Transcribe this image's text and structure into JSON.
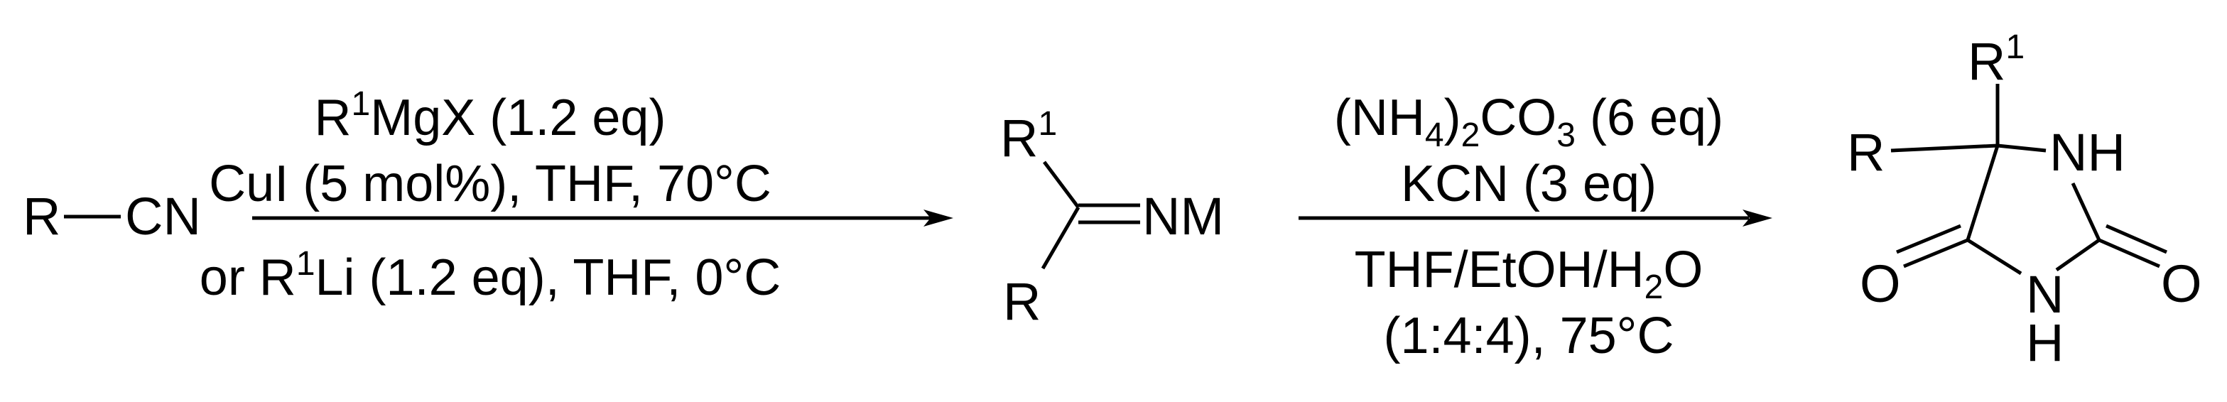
{
  "scheme": {
    "starting_material": {
      "R": "R",
      "CN": "CN"
    },
    "step1": {
      "line1": {
        "R": "R",
        "sup": "1",
        "rest": "MgX (1.2 eq)"
      },
      "line2": "CuI (5 mol%), THF,  70°C",
      "line3": {
        "prefix": "or  R",
        "sup": "1",
        "rest": "Li (1.2 eq), THF,  0°C"
      }
    },
    "intermediate": {
      "R1": "R",
      "R1_sup": "1",
      "R": "R",
      "NM": "NM"
    },
    "step2": {
      "line1": {
        "open": "(NH",
        "sub1": "4",
        "mid": ")",
        "sub2": "2",
        "co": "CO",
        "sub3": "3",
        "rest": " (6 eq)"
      },
      "line2": "KCN (3 eq)",
      "line3": {
        "a": "THF/EtOH/H",
        "sub": "2",
        "b": "O"
      },
      "line4": "(1:4:4), 75°C"
    },
    "product": {
      "R1": "R",
      "R1_sup": "1",
      "R": "R",
      "NH_top": "NH",
      "N_bottom": "N",
      "H_bottom": "H",
      "O_left": "O",
      "O_right": "O"
    }
  }
}
